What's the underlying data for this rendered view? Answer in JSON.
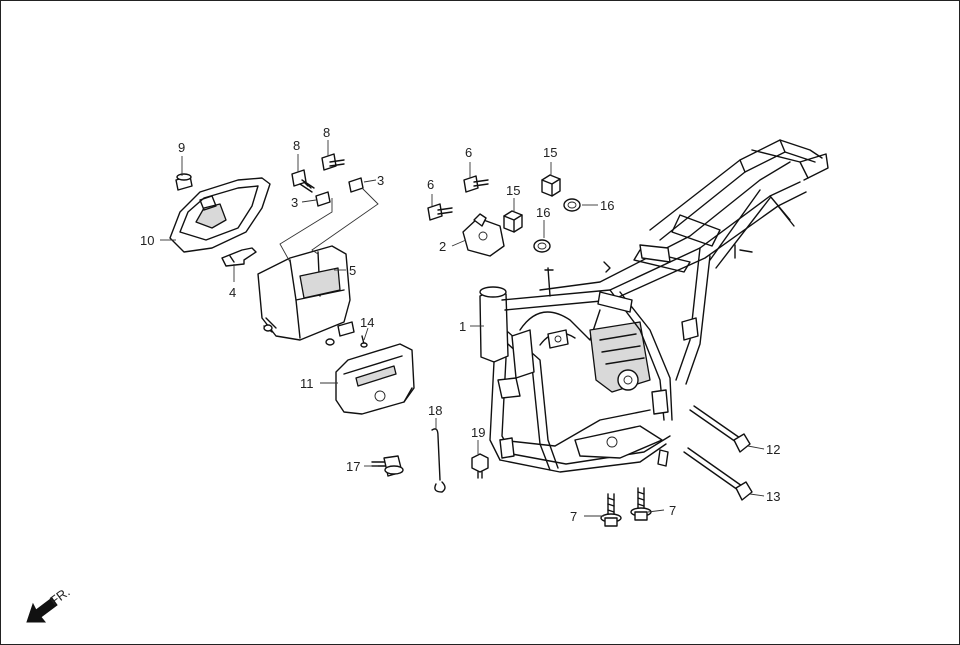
{
  "direction_label": "FR.",
  "callouts": [
    {
      "id": "c1",
      "text": "1"
    },
    {
      "id": "c2",
      "text": "2"
    },
    {
      "id": "c3a",
      "text": "3"
    },
    {
      "id": "c3b",
      "text": "3"
    },
    {
      "id": "c4",
      "text": "4"
    },
    {
      "id": "c5",
      "text": "5"
    },
    {
      "id": "c6a",
      "text": "6"
    },
    {
      "id": "c6b",
      "text": "6"
    },
    {
      "id": "c7a",
      "text": "7"
    },
    {
      "id": "c7b",
      "text": "7"
    },
    {
      "id": "c8a",
      "text": "8"
    },
    {
      "id": "c8b",
      "text": "8"
    },
    {
      "id": "c9",
      "text": "9"
    },
    {
      "id": "c10",
      "text": "10"
    },
    {
      "id": "c11",
      "text": "11"
    },
    {
      "id": "c12",
      "text": "12"
    },
    {
      "id": "c13",
      "text": "13"
    },
    {
      "id": "c14",
      "text": "14"
    },
    {
      "id": "c15a",
      "text": "15"
    },
    {
      "id": "c15b",
      "text": "15"
    },
    {
      "id": "c16a",
      "text": "16"
    },
    {
      "id": "c16b",
      "text": "16"
    },
    {
      "id": "c17",
      "text": "17"
    },
    {
      "id": "c18",
      "text": "18"
    },
    {
      "id": "c19",
      "text": "19"
    }
  ]
}
